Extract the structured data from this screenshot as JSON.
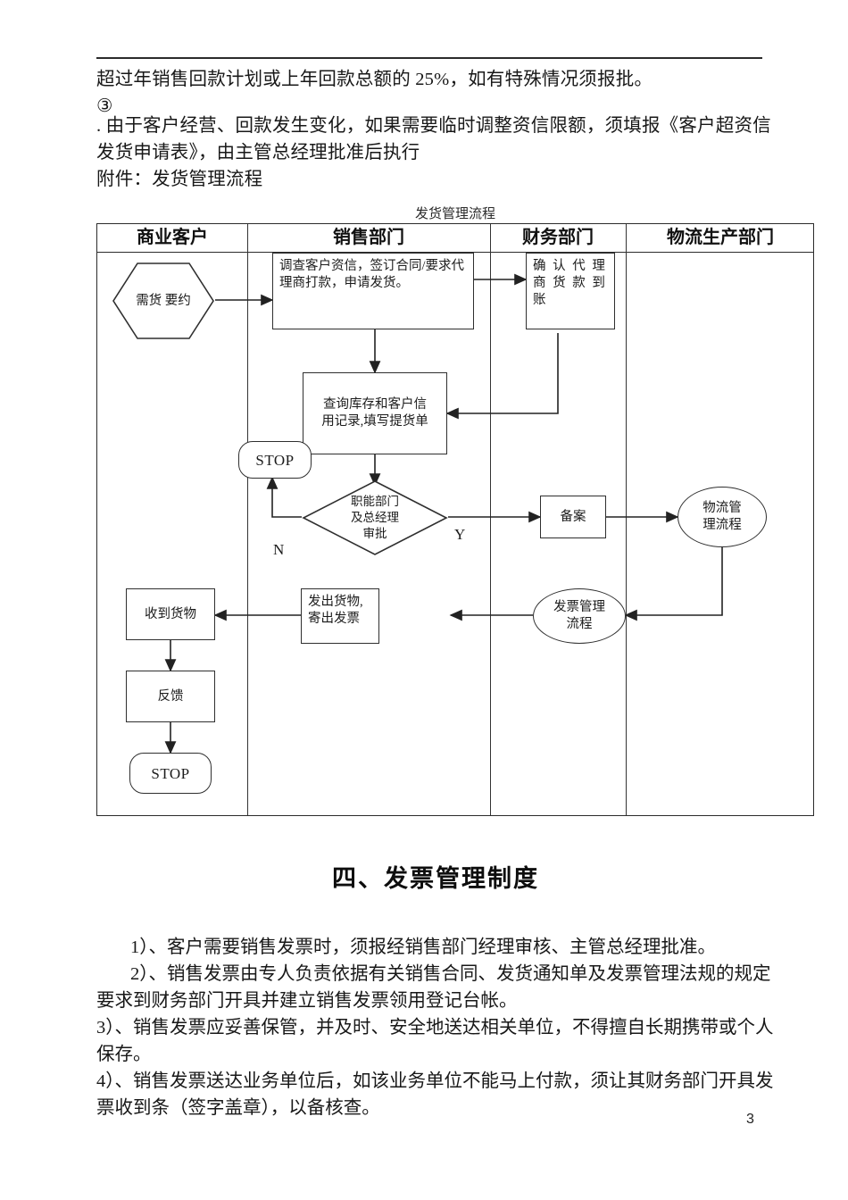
{
  "document": {
    "page_number": "3",
    "intro_paragraph_1": "超过年销售回款计划或上年回款总额的 25%，如有特殊情况须报批。",
    "circled_marker": "③",
    "intro_paragraph_2": ". 由于客户经营、回款发生变化，如果需要临时调整资信限额，须填报《客户超资信发货申请表》，由主管总经理批准后执行",
    "attachment_line": "附件：发货管理流程"
  },
  "flowchart": {
    "title": "发货管理流程",
    "lanes": [
      {
        "label": "商业客户"
      },
      {
        "label": "销售部门"
      },
      {
        "label": "财务部门"
      },
      {
        "label": "物流生产部门"
      }
    ],
    "nodes": {
      "demand_request": "需货\n要约",
      "investigate_credit": "调查客户资信，签订合同/要求代理商打款，申请发货。",
      "confirm_payment": "确 认 代 理\n商 货 款 到\n账",
      "query_stock": "查询库存和客户信\n用记录,填写提货单",
      "stop_reject": "STOP",
      "approval_decision": "职能部门\n及总经理\n审批",
      "branch_no": "N",
      "branch_yes": "Y",
      "record_filing": "备案",
      "logistics_process": "物流管\n理流程",
      "invoice_process": "发票管理\n流程",
      "ship_goods": "发出货物,\n寄出发票",
      "receive_goods": "收到货物",
      "feedback": "反馈",
      "stop_end": "STOP"
    }
  },
  "section": {
    "heading": "四、发票管理制度",
    "items": [
      "1）、客户需要销售发票时，须报经销售部门经理审核、主管总经理批准。",
      "2）、销售发票由专人负责依据有关销售合同、发货通知单及发票管理法规的规定要求到财务部门开具并建立销售发票领用登记台帐。",
      "3）、销售发票应妥善保管，并及时、安全地送达相关单位，不得擅自长期携带或个人保存。",
      "4）、销售发票送达业务单位后，如该业务单位不能马上付款，须让其财务部门开具发票收到条（签字盖章），以备核查。"
    ]
  }
}
